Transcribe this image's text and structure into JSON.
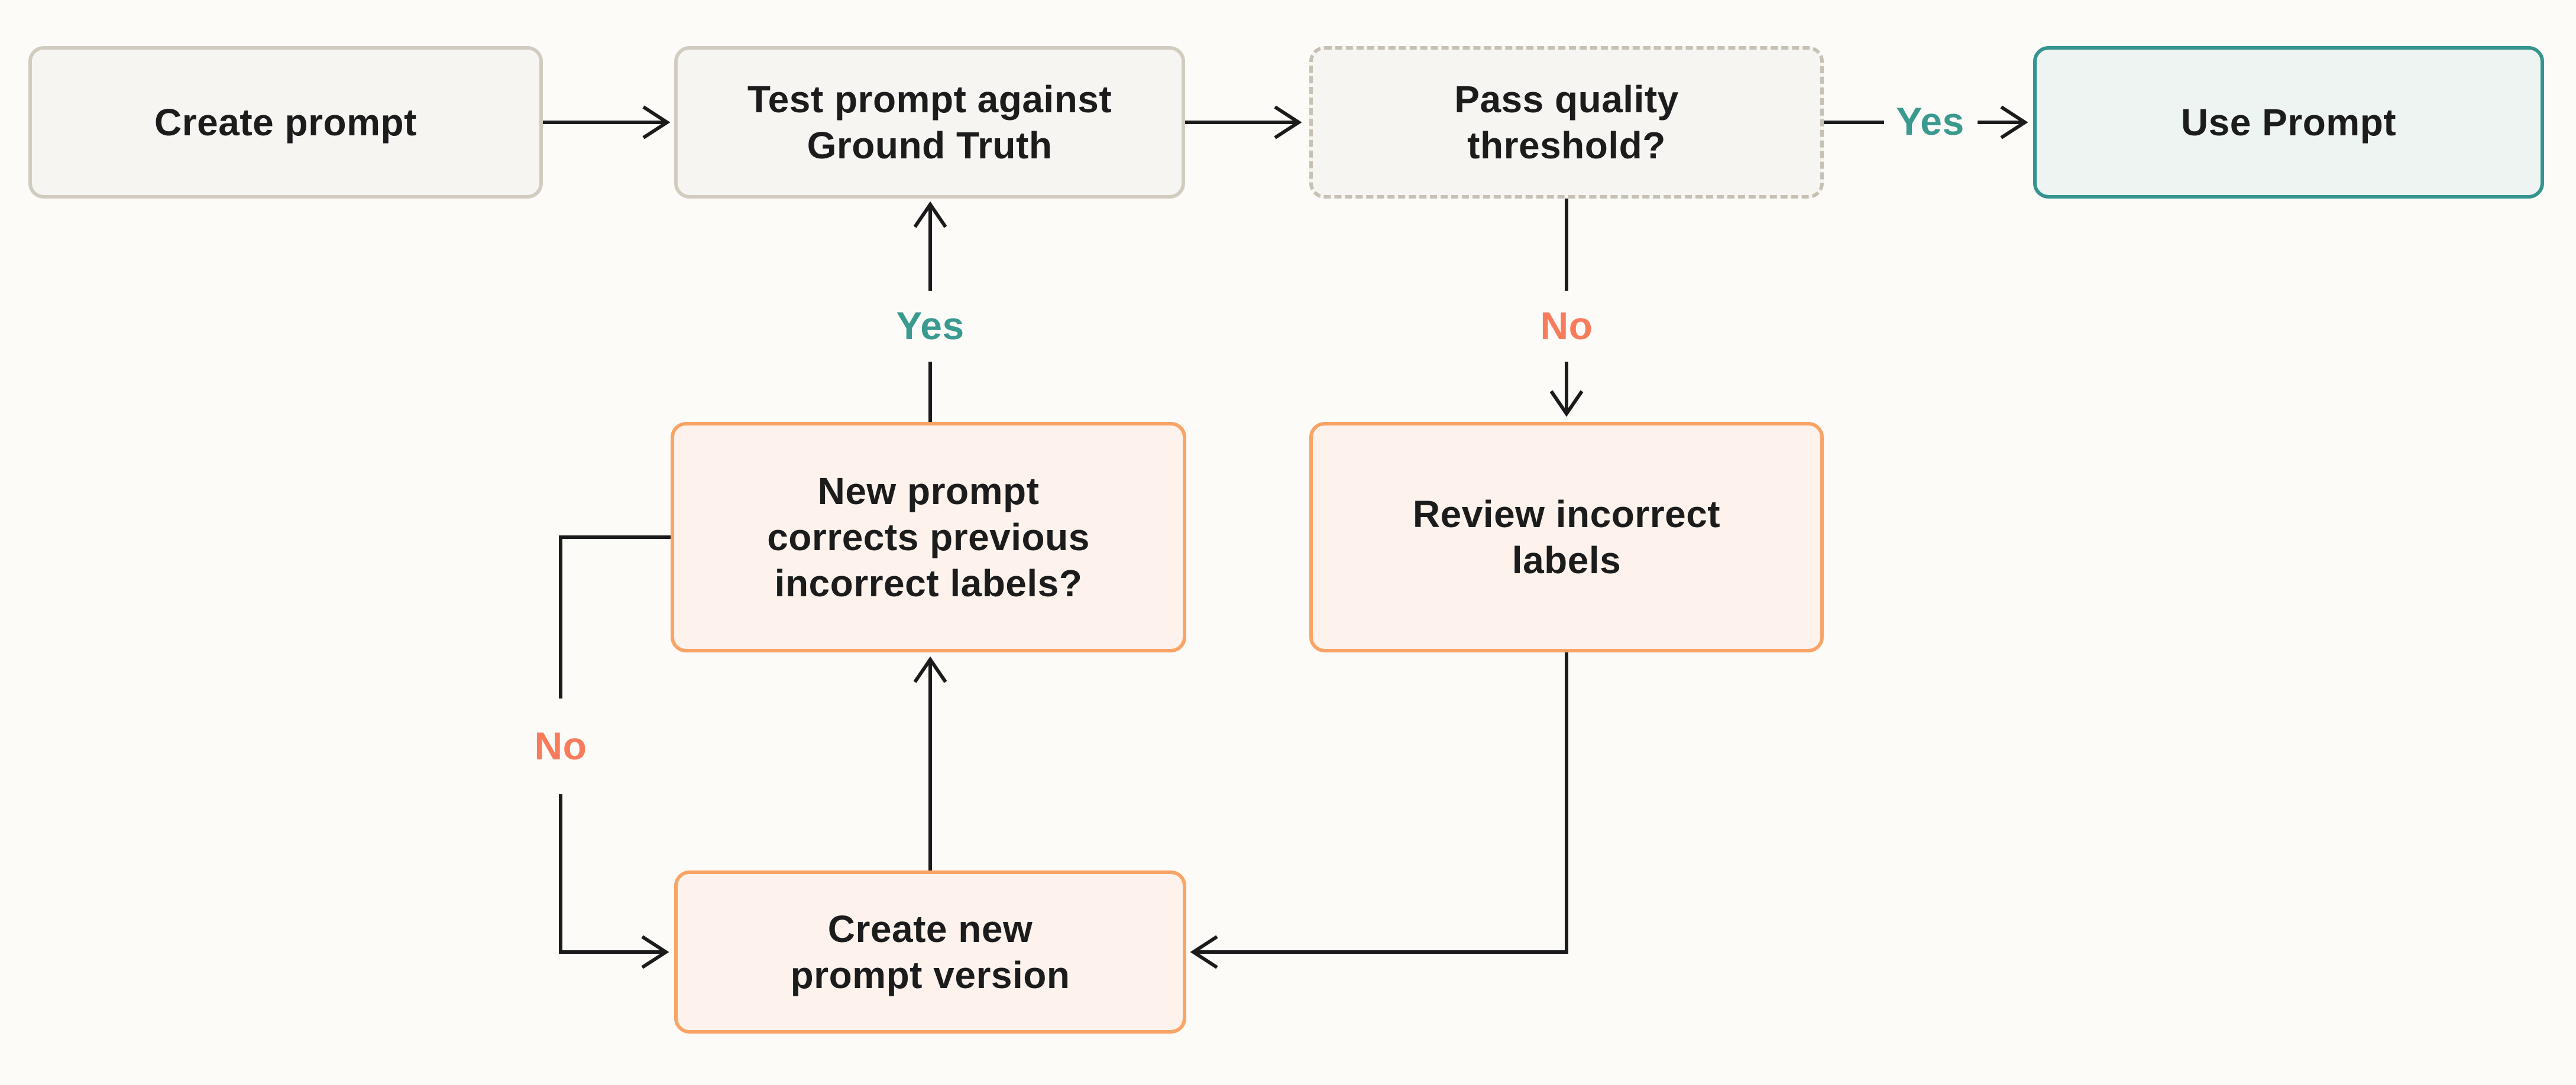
{
  "nodes": {
    "create_prompt": {
      "label": "Create prompt"
    },
    "test_prompt": {
      "label": "Test prompt against\nGround Truth"
    },
    "pass_threshold": {
      "label": "Pass quality\nthreshold?"
    },
    "use_prompt": {
      "label": "Use Prompt"
    },
    "new_prompt_corrects": {
      "label": "New prompt\ncorrects previous\nincorrect labels?"
    },
    "review_labels": {
      "label": "Review incorrect\nlabels"
    },
    "create_new_version": {
      "label": "Create new\nprompt version"
    }
  },
  "edge_labels": {
    "pass_yes": "Yes",
    "pass_no": "No",
    "corrects_yes": "Yes",
    "corrects_no": "No"
  },
  "colors": {
    "background": "#fcfbf8",
    "neutral_fill": "#f6f5f1",
    "neutral_border": "#d2ccc0",
    "dashed_border": "#c7c1b4",
    "teal_fill": "#edf4f2",
    "teal_border": "#35948e",
    "teal_text": "#3a9a8f",
    "orange_fill": "#fdf3ec",
    "orange_border": "#f9a466",
    "coral_text": "#f87c5c",
    "connector_line": "#1b1b1b",
    "node_text": "#1c1c1c"
  }
}
